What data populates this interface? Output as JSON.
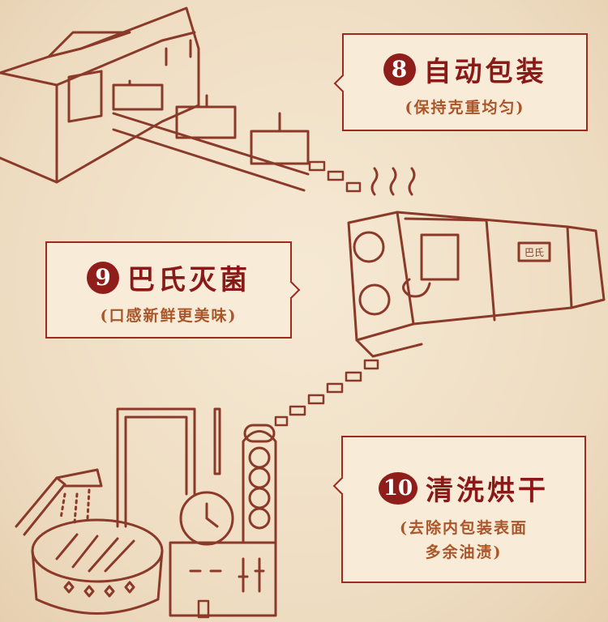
{
  "steps": [
    {
      "number": "8",
      "title": "自动包装",
      "subtitle": "(保持克重均匀)"
    },
    {
      "number": "9",
      "title": "巴氏灭菌",
      "subtitle": "(口感新鲜更美味)"
    },
    {
      "number": "10",
      "title": "清洗烘干",
      "subtitle_line1": "(去除内包装表面",
      "subtitle_line2": "多余油渍)"
    }
  ],
  "machine_label": "巴氏",
  "colors": {
    "line": "#8b3a2a",
    "accent": "#8f1e1a",
    "subtitle": "#a9572a",
    "background": "#f0dfc6"
  }
}
